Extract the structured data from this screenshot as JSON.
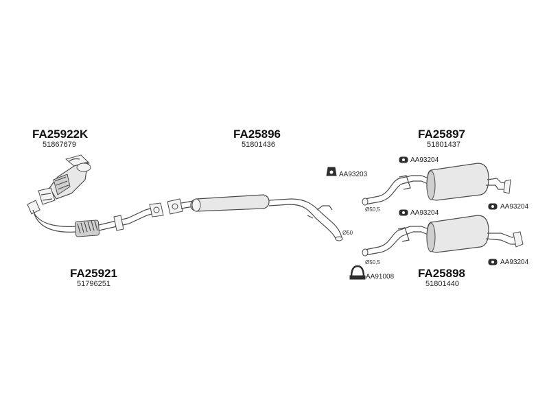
{
  "parts": [
    {
      "code": "FA25922K",
      "oem": "51867679"
    },
    {
      "code": "FA25896",
      "oem": "51801436"
    },
    {
      "code": "FA25897",
      "oem": "51801437"
    },
    {
      "code": "FA25921",
      "oem": "51796251"
    },
    {
      "code": "FA25898",
      "oem": "51801440"
    }
  ],
  "accessories": [
    {
      "code": "AA93204"
    },
    {
      "code": "AA93203"
    },
    {
      "code": "AA93204"
    },
    {
      "code": "AA93204"
    },
    {
      "code": "AA93204"
    },
    {
      "code": "AA91008"
    }
  ],
  "dimensions": [
    {
      "label": "Ø50"
    },
    {
      "label": "Ø50,5"
    },
    {
      "label": "Ø50,5"
    }
  ]
}
